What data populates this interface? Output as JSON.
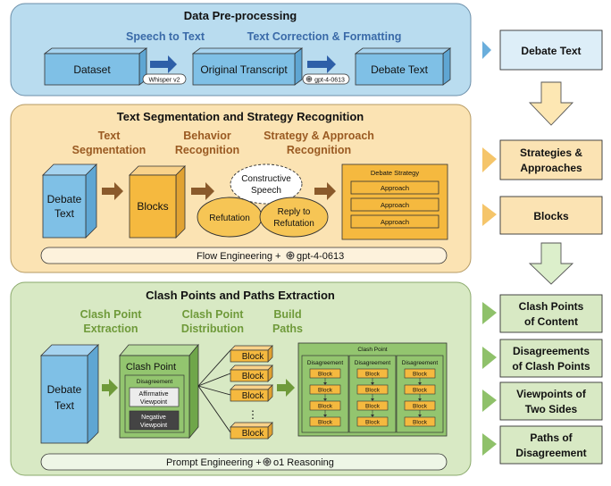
{
  "colors": {
    "blue_panel": "#b9dcef",
    "blue_box": "#7fc0e6",
    "blue_arrow": "#2e5fa8",
    "blue_step": "#3a6aa8",
    "orange_panel": "#fbe3b3",
    "orange_box": "#f5b93f",
    "orange_step": "#9a5a22",
    "brown_arrow": "#8a5a2b",
    "yellow_ellipse": "#f6c555",
    "green_panel": "#d8e9c4",
    "green_box": "#93c56f",
    "green_step": "#6f9a3a",
    "right_green": "#d8e9c4",
    "right_orange": "#fbe3b3",
    "right_blue": "#ddeef8"
  },
  "section1": {
    "title": "Data Pre-processing",
    "step1": "Speech to Text",
    "step2": "Text Correction & Formatting",
    "box_dataset": "Dataset",
    "box_transcript": "Original Transcript",
    "box_debate_text": "Debate Text",
    "tag_whisper": "Whisper v2",
    "tag_gpt": "gpt-4-0613"
  },
  "section2": {
    "title": "Text Segmentation and Strategy Recognition",
    "step1_line1": "Text",
    "step1_line2": "Segmentation",
    "step2_line1": "Behavior",
    "step2_line2": "Recognition",
    "step3_line1": "Strategy & Approach",
    "step3_line2": "Recognition",
    "cube_line1": "Debate",
    "cube_line2": "Text",
    "blocks": "Blocks",
    "constructive_line1": "Constructive",
    "constructive_line2": "Speech",
    "refutation": "Refutation",
    "reply_line1": "Reply to",
    "reply_line2": "Refutation",
    "strategy_title": "Debate Strategy",
    "approach": "Approach",
    "footer": "Flow Engineering + ",
    "footer_model": "gpt-4-0613"
  },
  "section3": {
    "title": "Clash Points and Paths Extraction",
    "step1_line1": "Clash Point",
    "step1_line2": "Extraction",
    "step2_line1": "Clash Point",
    "step2_line2": "Distribution",
    "step3_line1": "Build",
    "step3_line2": "Paths",
    "cube_line1": "Debate",
    "cube_line2": "Text",
    "clash_point": "Clash Point",
    "disagreement": "Disagreement",
    "aff_line1": "Affirmative",
    "aff_line2": "Viewpoint",
    "neg_line1": "Negative",
    "neg_line2": "Viewpoint",
    "block": "Block",
    "ellipsis": "⋮",
    "grid_title": "Clash Point",
    "footer": "Prompt Engineering + ",
    "footer_model": "o1 Reasoning"
  },
  "outputs": {
    "debate_text": "Debate Text",
    "strategies_line1": "Strategies &",
    "strategies_line2": "Approaches",
    "blocks": "Blocks",
    "clash_line1": "Clash Points",
    "clash_line2": "of Content",
    "disag_line1": "Disagreements",
    "disag_line2": "of Clash Points",
    "view_line1": "Viewpoints of",
    "view_line2": "Two Sides",
    "paths_line1": "Paths of",
    "paths_line2": "Disagreement"
  },
  "icons": {
    "openai": "openai-logo-icon"
  }
}
